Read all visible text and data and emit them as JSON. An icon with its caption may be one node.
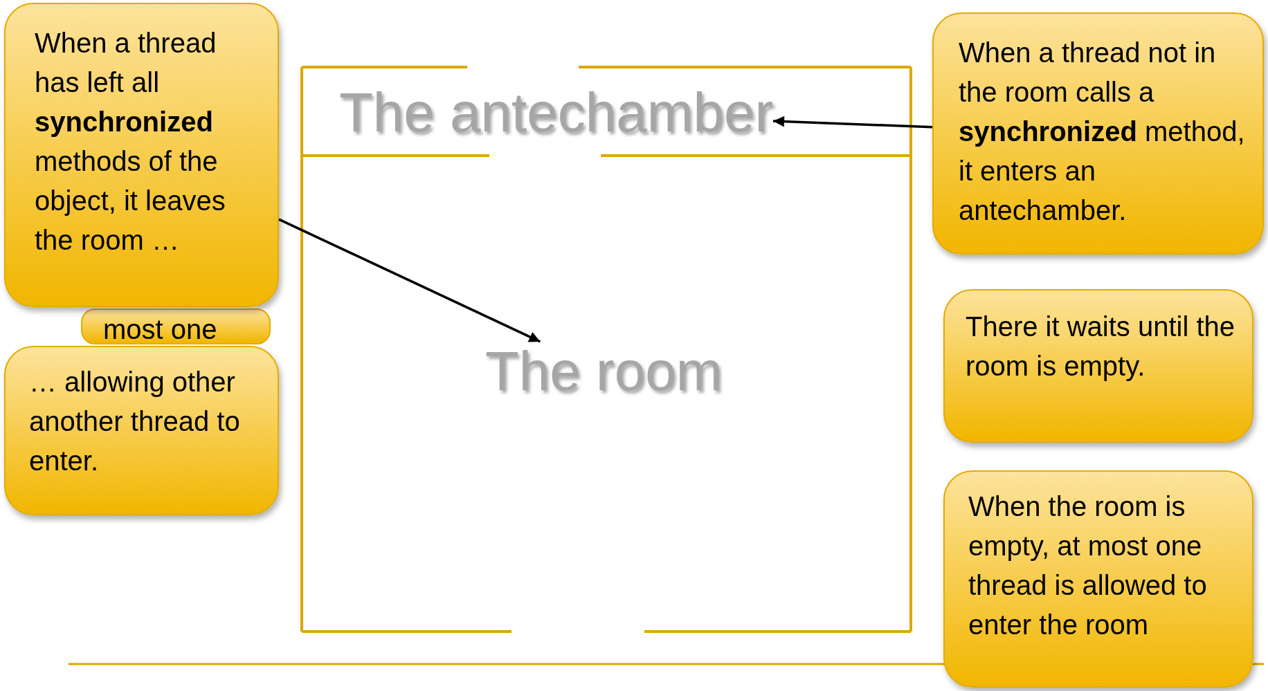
{
  "diagram": {
    "nodes": [
      {
        "text": [
          "When a thread has left all **synchronized** methods of the object, it leaves the room …"
        ]
      },
      {
        "text": [
          "most one"
        ]
      },
      {
        "text": [
          "… allowing other another thread to enter."
        ]
      },
      {
        "text": [
          "The antechamber"
        ]
      },
      {
        "text": [
          "The room"
        ]
      },
      {
        "text": [
          "When a thread not in the room calls a **synchronized** method, it enters an antechamber."
        ]
      },
      {
        "text": [
          "There it waits until the room is empty."
        ]
      },
      {
        "text": [
          "When the room is empty, at most one thread is allowed to enter the room"
        ]
      }
    ],
    "edges": [
      {
        "from": 5,
        "to": 3,
        "arrow": "to"
      },
      {
        "from": 0,
        "to": 4,
        "arrow": "to"
      }
    ]
  }
}
